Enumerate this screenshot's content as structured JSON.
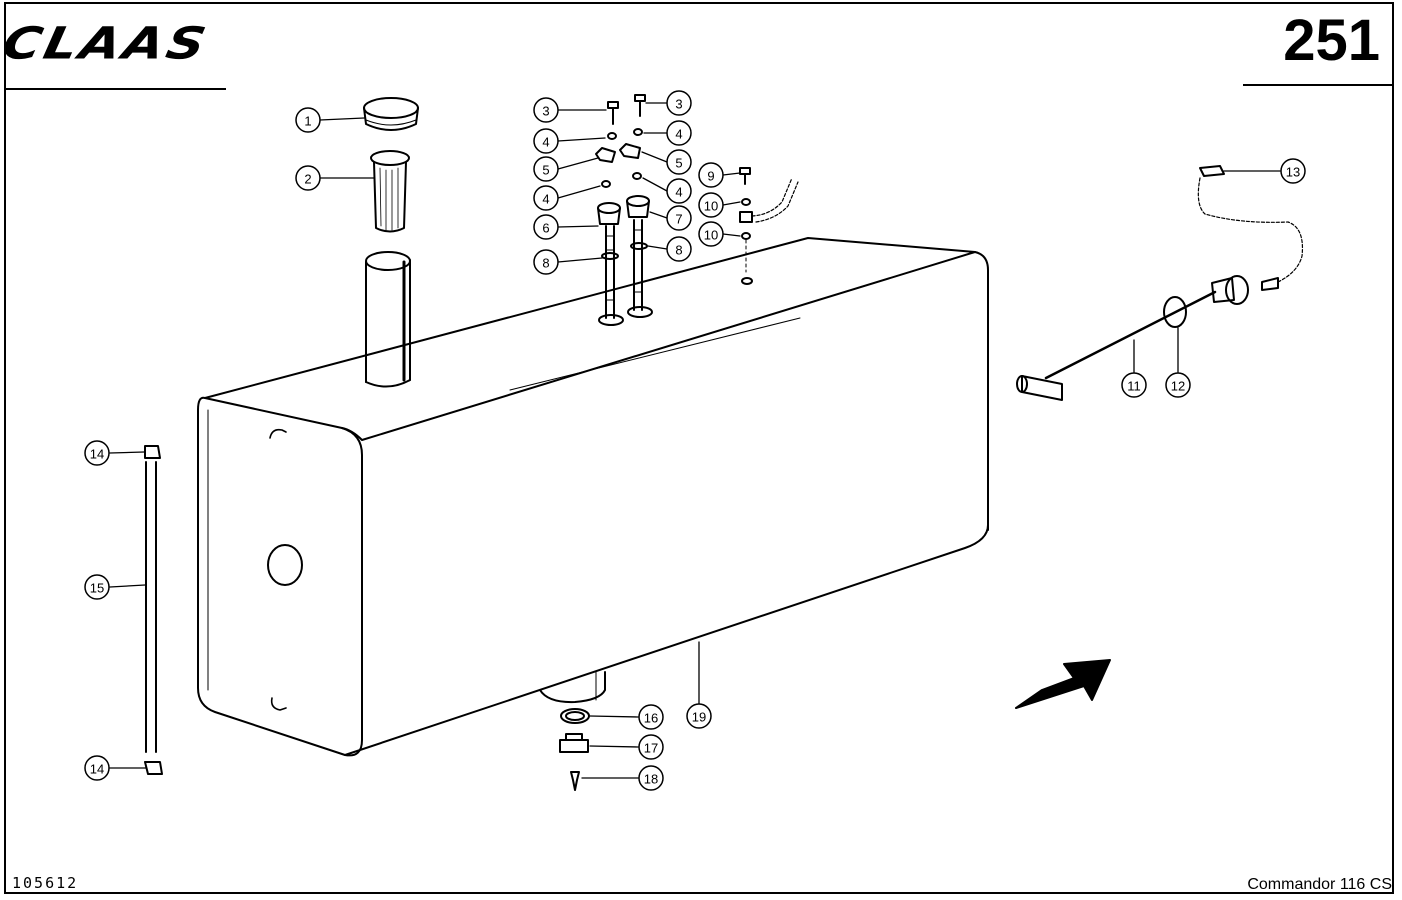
{
  "header": {
    "brand": "CLAAS",
    "page_number": "251"
  },
  "footer": {
    "drawing_number": "105612",
    "model": "Commandor 116 CS"
  },
  "callouts": [
    {
      "id": "callout-1",
      "label": "1"
    },
    {
      "id": "callout-2",
      "label": "2"
    },
    {
      "id": "callout-3a",
      "label": "3"
    },
    {
      "id": "callout-3b",
      "label": "3"
    },
    {
      "id": "callout-4a",
      "label": "4"
    },
    {
      "id": "callout-4b",
      "label": "4"
    },
    {
      "id": "callout-4c",
      "label": "4"
    },
    {
      "id": "callout-4d",
      "label": "4"
    },
    {
      "id": "callout-5a",
      "label": "5"
    },
    {
      "id": "callout-5b",
      "label": "5"
    },
    {
      "id": "callout-6",
      "label": "6"
    },
    {
      "id": "callout-7",
      "label": "7"
    },
    {
      "id": "callout-8a",
      "label": "8"
    },
    {
      "id": "callout-8b",
      "label": "8"
    },
    {
      "id": "callout-9",
      "label": "9"
    },
    {
      "id": "callout-10a",
      "label": "10"
    },
    {
      "id": "callout-10b",
      "label": "10"
    },
    {
      "id": "callout-11",
      "label": "11"
    },
    {
      "id": "callout-12",
      "label": "12"
    },
    {
      "id": "callout-13",
      "label": "13"
    },
    {
      "id": "callout-14a",
      "label": "14"
    },
    {
      "id": "callout-14b",
      "label": "14"
    },
    {
      "id": "callout-15",
      "label": "15"
    },
    {
      "id": "callout-16",
      "label": "16"
    },
    {
      "id": "callout-17",
      "label": "17"
    },
    {
      "id": "callout-18",
      "label": "18"
    },
    {
      "id": "callout-19",
      "label": "19"
    }
  ]
}
